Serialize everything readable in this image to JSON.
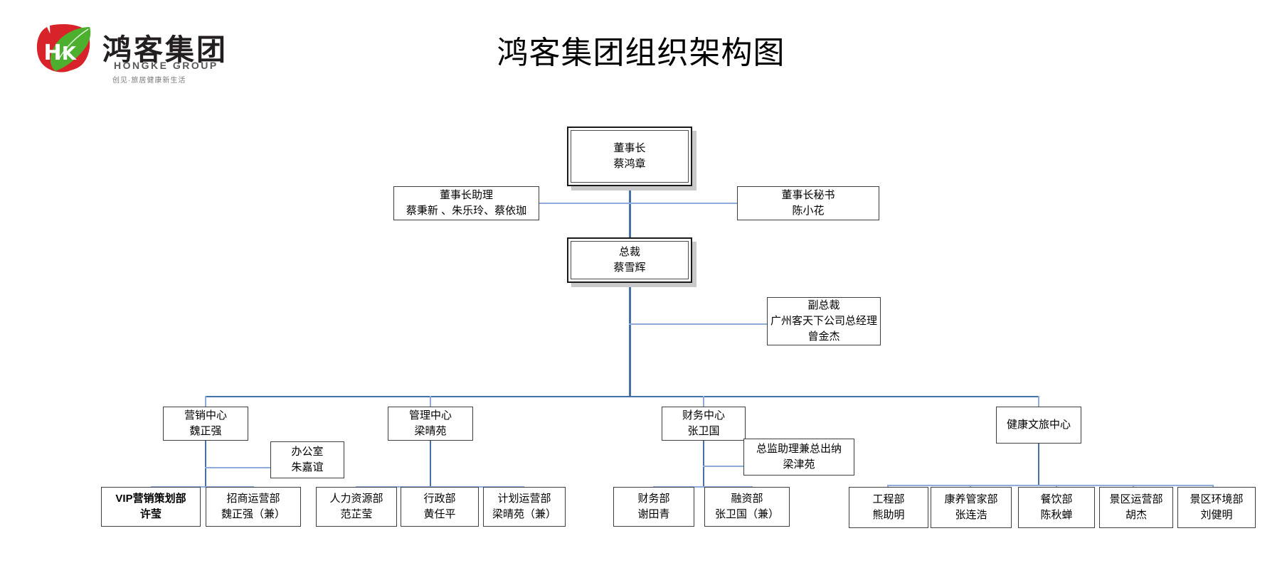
{
  "header": {
    "title": "鸿客集团组织架构图",
    "logo": {
      "cn": "鸿客集团",
      "en": "HONGKE GROUP",
      "slogan": "创见·旅居健康新生活",
      "monogram": "HK",
      "red": "#D8232A",
      "green": "#4CAF2E",
      "icon_name": "hongke-leaf-logo"
    }
  },
  "colors": {
    "trunk_line": "#4472A8",
    "branch_line": "#8FAADC",
    "box_border": "#3f3f3f",
    "emph_border": "#1a1a1a",
    "shadow": "#c9c9c9"
  },
  "chart_data": {
    "type": "org-chart",
    "title": "鸿客集团组织架构图",
    "nodes": [
      {
        "id": "chairman",
        "title": "董事长",
        "name": "蔡鸿章",
        "level": 0
      },
      {
        "id": "chair-assistant",
        "title": "董事长助理",
        "name": "蔡秉新 、朱乐玲、蔡依珈",
        "level": 1
      },
      {
        "id": "chair-secretary",
        "title": "董事长秘书",
        "name": "陈小花",
        "level": 1
      },
      {
        "id": "president",
        "title": "总裁",
        "name": "蔡雪辉",
        "level": 1
      },
      {
        "id": "vice-president",
        "title": "副总裁",
        "subtitle": "广州客天下公司总经理",
        "name": "曾金杰",
        "level": 2
      },
      {
        "id": "marketing-center",
        "title": "营销中心",
        "name": "魏正强",
        "level": 3
      },
      {
        "id": "office",
        "title": "办公室",
        "name": "朱嘉谊",
        "level": 4
      },
      {
        "id": "mgmt-center",
        "title": "管理中心",
        "name": "梁晴苑",
        "level": 3
      },
      {
        "id": "finance-center",
        "title": "财务中心",
        "name": "张卫国",
        "level": 3
      },
      {
        "id": "finance-deputy",
        "title": "总监助理兼总出纳",
        "name": "梁津苑",
        "level": 4
      },
      {
        "id": "health-center",
        "title": "健康文旅中心",
        "name": "",
        "level": 3
      },
      {
        "id": "vip-dept",
        "title": "VIP营销策划部",
        "name": "许莹",
        "level": 5,
        "bold": true
      },
      {
        "id": "invest-dept",
        "title": "招商运营部",
        "name": "魏正强（兼）",
        "level": 5
      },
      {
        "id": "hr-dept",
        "title": "人力资源部",
        "name": "范芷莹",
        "level": 5
      },
      {
        "id": "admin-dept",
        "title": "行政部",
        "name": "黄任平",
        "level": 5
      },
      {
        "id": "plan-dept",
        "title": "计划运营部",
        "name": "梁晴苑（兼）",
        "level": 5
      },
      {
        "id": "accounting-dept",
        "title": "财务部",
        "name": "谢田青",
        "level": 5
      },
      {
        "id": "financing-dept",
        "title": "融资部",
        "name": "张卫国（兼）",
        "level": 5
      },
      {
        "id": "engineering-dept",
        "title": "工程部",
        "name": "熊助明",
        "level": 5
      },
      {
        "id": "wellness-dept",
        "title": "康养管家部",
        "name": "张连浩",
        "level": 5
      },
      {
        "id": "catering-dept",
        "title": "餐饮部",
        "name": "陈秋蝉",
        "level": 5
      },
      {
        "id": "scenic-ops-dept",
        "title": "景区运营部",
        "name": "胡杰",
        "level": 5
      },
      {
        "id": "scenic-env-dept",
        "title": "景区环境部",
        "name": "刘健明",
        "level": 5
      }
    ],
    "edges": [
      [
        "chairman",
        "chair-assistant"
      ],
      [
        "chairman",
        "chair-secretary"
      ],
      [
        "chairman",
        "president"
      ],
      [
        "president",
        "vice-president"
      ],
      [
        "president",
        "marketing-center"
      ],
      [
        "president",
        "mgmt-center"
      ],
      [
        "president",
        "finance-center"
      ],
      [
        "president",
        "health-center"
      ],
      [
        "marketing-center",
        "office"
      ],
      [
        "marketing-center",
        "vip-dept"
      ],
      [
        "marketing-center",
        "invest-dept"
      ],
      [
        "mgmt-center",
        "hr-dept"
      ],
      [
        "mgmt-center",
        "admin-dept"
      ],
      [
        "mgmt-center",
        "plan-dept"
      ],
      [
        "finance-center",
        "finance-deputy"
      ],
      [
        "finance-center",
        "accounting-dept"
      ],
      [
        "finance-center",
        "financing-dept"
      ],
      [
        "health-center",
        "engineering-dept"
      ],
      [
        "health-center",
        "wellness-dept"
      ],
      [
        "health-center",
        "catering-dept"
      ],
      [
        "health-center",
        "scenic-ops-dept"
      ],
      [
        "health-center",
        "scenic-env-dept"
      ]
    ]
  }
}
